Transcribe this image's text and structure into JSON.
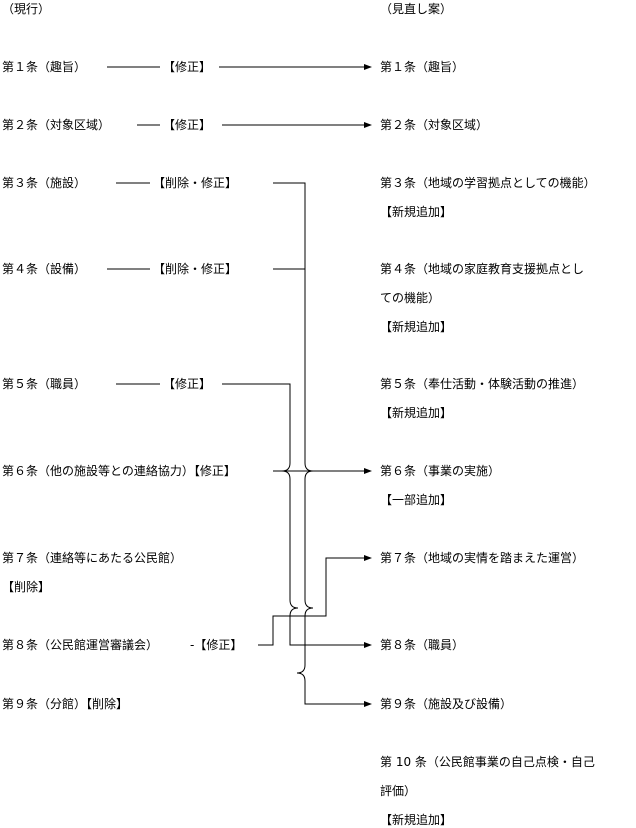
{
  "headers": {
    "current": "（現行）",
    "revised": "（見直し案）"
  },
  "left": {
    "a1": "第１条（趣旨）",
    "a2": "第２条（対象区域）",
    "a3": "第３条（施設）",
    "a4": "第４条（設備）",
    "a5": "第５条（職員）",
    "a6": "第６条（他の施設等との連絡協力）【修正】",
    "a7": "第７条（連絡等にあたる公民館）",
    "a7_tag": "【削除】",
    "a8": "第８条（公民館運営審議会）",
    "a8_tag": "-【修正】",
    "a9": "第９条（分館）【削除】"
  },
  "tags": {
    "a1": "【修正】",
    "a2": "【修正】",
    "a3": "【削除・修正】",
    "a4": "【削除・修正】",
    "a5": "【修正】"
  },
  "right": {
    "r1": "第１条（趣旨）",
    "r2": "第２条（対象区域）",
    "r3": "第３条（地域の学習拠点としての機能）",
    "r3_tag": "【新規追加】",
    "r4_l1": "第４条（地域の家庭教育支援拠点とし",
    "r4_l2": "ての機能）",
    "r4_tag": "【新規追加】",
    "r5": "第５条（奉仕活動・体験活動の推進）",
    "r5_tag": "【新規追加】",
    "r6": "第６条（事業の実施）",
    "r6_tag": "【一部追加】",
    "r7": "第７条（地域の実情を踏まえた運営）",
    "r8": "第８条（職員）",
    "r9": "第９条（施設及び設備）",
    "r10_l1": "第 10 条（公民館事業の自己点検・自己",
    "r10_l2": "評価）",
    "r10_tag": "【新規追加】"
  }
}
